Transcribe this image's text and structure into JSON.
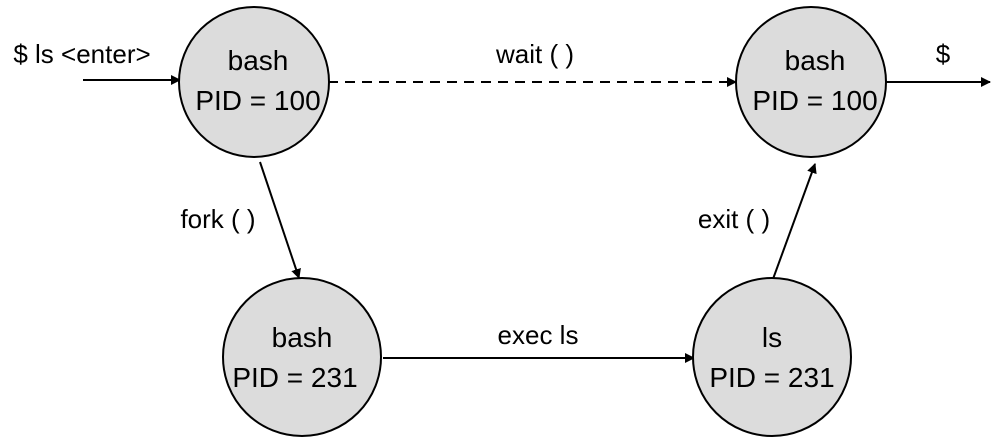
{
  "nodes": {
    "parent_start": {
      "name": "bash",
      "pid": "PID = 100"
    },
    "parent_end": {
      "name": "bash",
      "pid": "PID = 100"
    },
    "child_fork": {
      "name": "bash",
      "pid": "PID = 231"
    },
    "child_exec": {
      "name": "ls",
      "pid": "PID = 231"
    }
  },
  "edges": {
    "input": "$ ls <enter>",
    "wait": "wait ( )",
    "output": "$",
    "fork": "fork ( )",
    "exec": "exec ls",
    "exit": "exit ( )"
  },
  "colors": {
    "node_fill": "#dcdcdc",
    "stroke": "#000000"
  }
}
